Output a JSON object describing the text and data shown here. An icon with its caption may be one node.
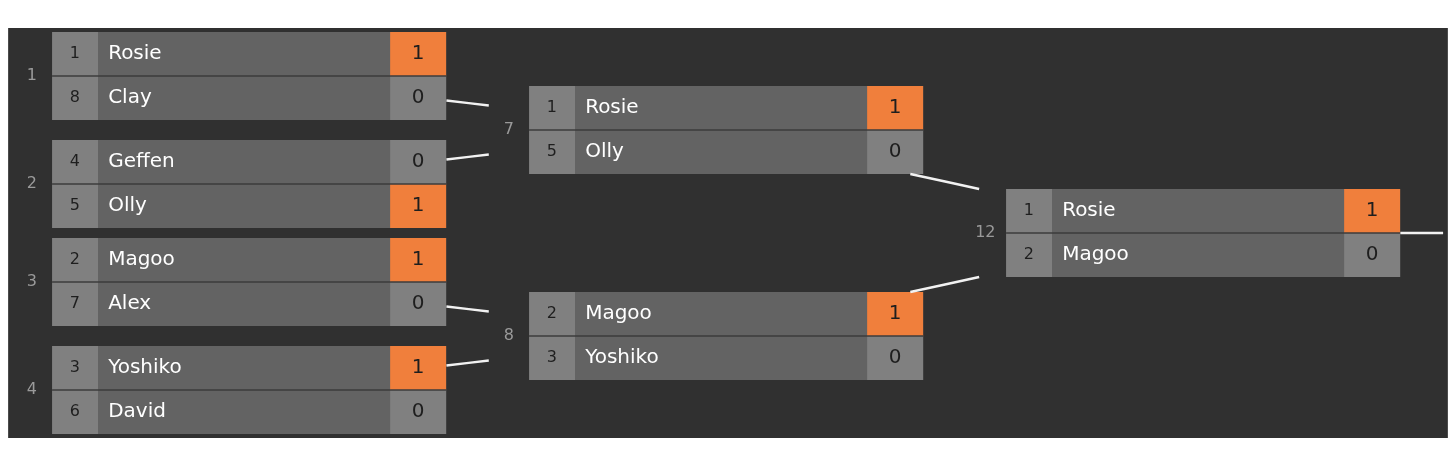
{
  "diagram": {
    "nodes": [
      {
        "text": [
          "1",
          "Rosie",
          "1",
          "8",
          "Clay",
          "0"
        ],
        "beside": [
          "1"
        ]
      },
      {
        "text": [
          "4",
          "Geffen",
          "0",
          "5",
          "Olly",
          "1"
        ],
        "beside": [
          "2"
        ]
      },
      {
        "text": [
          "2",
          "Magoo",
          "1",
          "7",
          "Alex",
          "0"
        ],
        "beside": [
          "3"
        ]
      },
      {
        "text": [
          "3",
          "Yoshiko",
          "1",
          "6",
          "David",
          "0"
        ],
        "beside": [
          "4"
        ]
      },
      {
        "text": [
          "1",
          "Rosie",
          "1",
          "5",
          "Olly",
          "0"
        ],
        "beside": [
          "7"
        ]
      },
      {
        "text": [
          "2",
          "Magoo",
          "1",
          "3",
          "Yoshiko",
          "0"
        ],
        "beside": [
          "8"
        ]
      },
      {
        "text": [
          "1",
          "Rosie",
          "1",
          "2",
          "Magoo",
          "0"
        ],
        "beside": [
          "12"
        ]
      }
    ],
    "edges": [
      {
        "from": 0,
        "to": 4,
        "arrow": "none"
      },
      {
        "from": 1,
        "to": 4,
        "arrow": "none"
      },
      {
        "from": 2,
        "to": 5,
        "arrow": "none"
      },
      {
        "from": 3,
        "to": 5,
        "arrow": "none"
      },
      {
        "from": 4,
        "to": 6,
        "arrow": "none"
      },
      {
        "from": 5,
        "to": 6,
        "arrow": "none"
      },
      {
        "from": 6,
        "to": null,
        "arrow": "none"
      }
    ]
  }
}
